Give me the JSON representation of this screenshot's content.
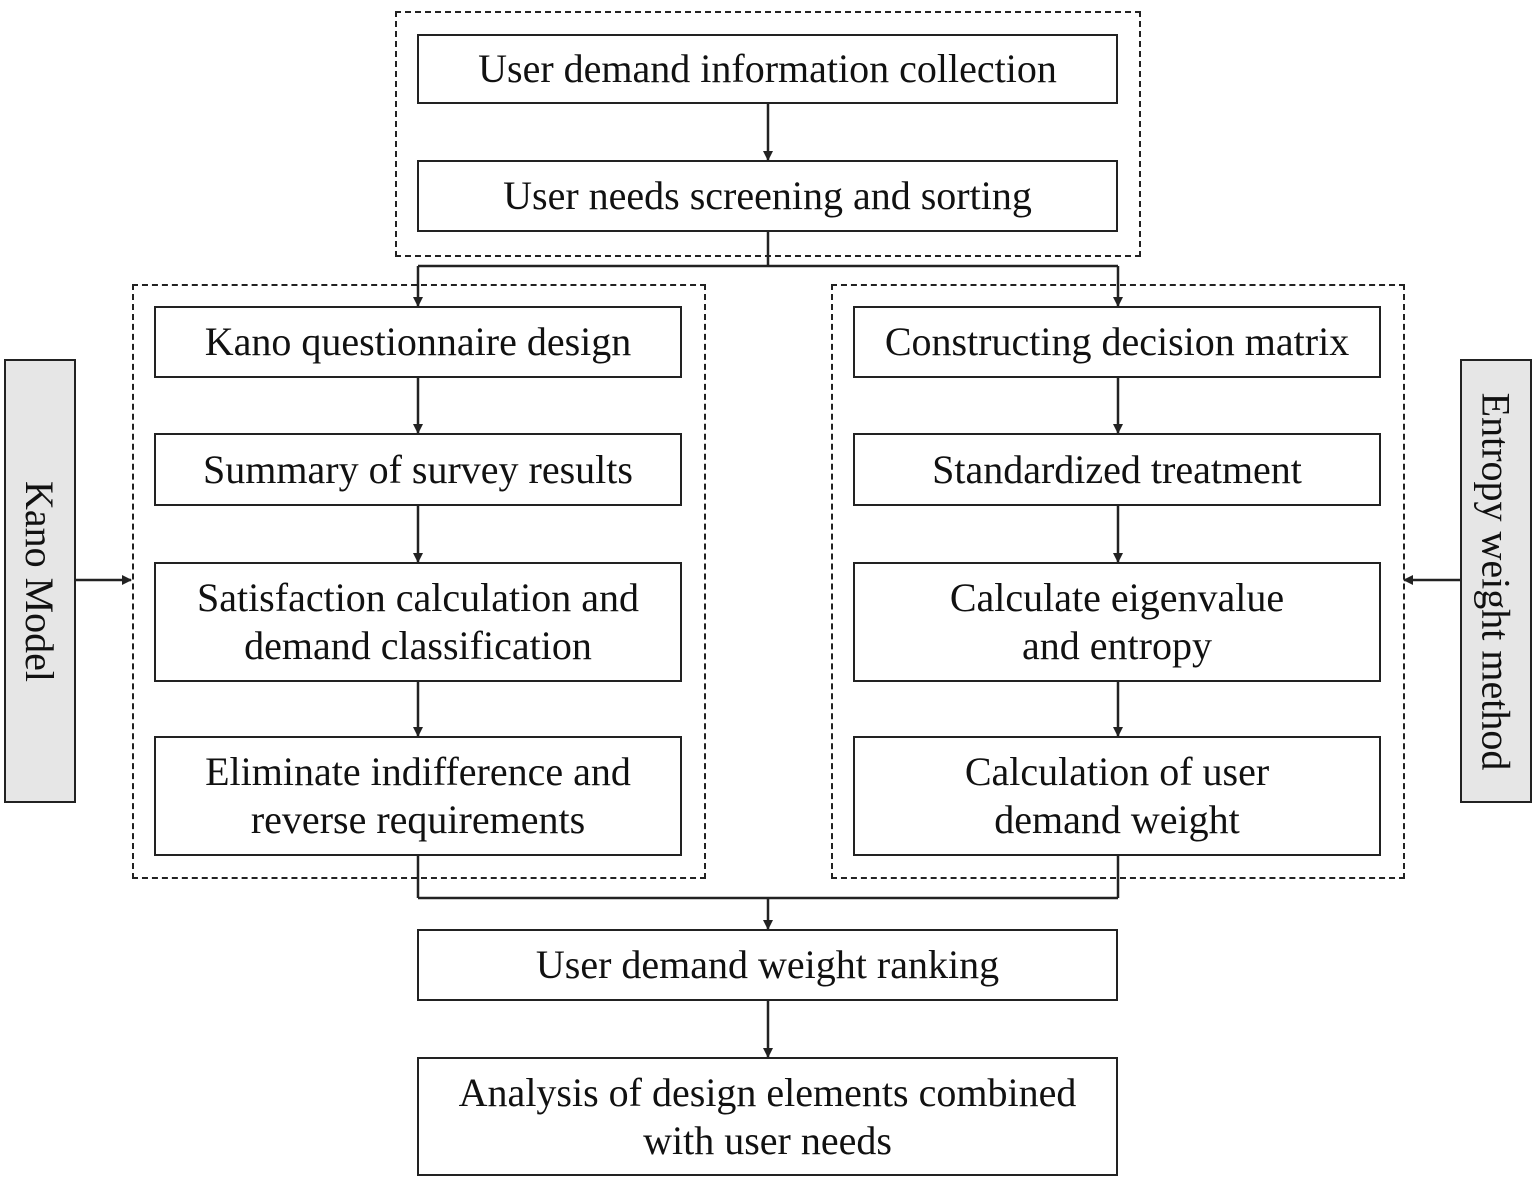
{
  "steps": {
    "collection": "User demand information collection",
    "screening": "User needs screening and sorting",
    "kano_design": "Kano questionnaire design",
    "survey_summary": "Summary of survey results",
    "satisfaction": "Satisfaction calculation and\ndemand classification",
    "eliminate": "Eliminate indifference and\nreverse requirements",
    "decision_matrix": "Constructing decision matrix",
    "standardized": "Standardized treatment",
    "eigenvalue": "Calculate eigenvalue\nand entropy",
    "weight_calc": "Calculation of user\ndemand weight",
    "ranking": "User demand weight ranking",
    "analysis": "Analysis of design elements combined\nwith user needs"
  },
  "side_labels": {
    "left": "Kano Model",
    "right": "Entropy weight method"
  }
}
